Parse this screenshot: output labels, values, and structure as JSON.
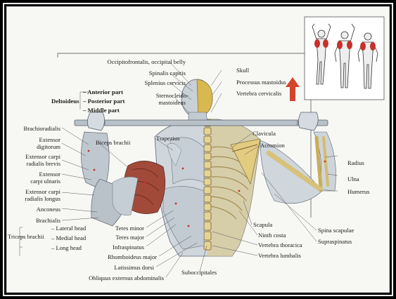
{
  "colors": {
    "background": "#f7f7f4",
    "frame": "#000000",
    "muscle_red": "#b3473b",
    "bone": "#d8c27a",
    "arrow": "#d2452b"
  },
  "labels": {
    "occipitofrontalis": "Occipitofrontalis, occipital belly",
    "spinalis_capitis": "Spinalis capitis",
    "splenius_cervicis": "Splenius cervicis",
    "sternocleido": "Sternocleido-",
    "mastoideus": "mastoideus",
    "skull": "Skull",
    "processus_mastoidus": "Processus mastoidus",
    "vertebra_cervicalis": "Vertebra cervicalis",
    "deltoideus": "Deltoideus",
    "anterior_part": "– Anterior part",
    "posterior_part": "– Posterior part",
    "middle_part": "– Middle part",
    "brachioradialis": "Brachioradialis",
    "extensor": "Extensor",
    "digitorum": "digitorum",
    "extensor_carpi": "Extensor carpi",
    "radialis_brevis": "radialis brevis",
    "extensor_carpi_ulnaris_1": "Extensor carpi ulnaris",
    "extensor_2": "Extensor",
    "carpi_ulnaris": "carpi ulnaris",
    "extensor_carpi_2": "Extensor carpi",
    "radialis_longus": "radialis longus",
    "anconeus": "Anconeus",
    "brachialis": "Brachialis",
    "triceps_brachii": "Triceps brachii",
    "lateral_head": "– Lateral head",
    "medial_head": "– Medial head",
    "long_head": "– Long head",
    "biceps_brachii": "Biceps brachii",
    "trapezius": "Trapezius",
    "clavicula": "Clavicula",
    "acromion": "Acromion",
    "radius": "Radius",
    "ulna": "Ulna",
    "humerus": "Humerus",
    "teres_minor": "Teres minor",
    "teres_major": "Teres major",
    "infraspinatus": "Infraspinatus",
    "rhomboideus_major": "Rhomboideus major",
    "latissimus_dorsi": "Latissimus dorsi",
    "obliquus": "Obliquus externus abdominalis",
    "suboccipitales": "Suboccipitales",
    "scapula": "Scapula",
    "ninth_costa": "Ninth costa",
    "vertebra_thoracica": "Vertebra thoracica",
    "vertebra_lumbalis": "Vertebra lumbalis",
    "spina_scapulae": "Spina scapulae",
    "supraspinatus": "Supraspinatus"
  }
}
